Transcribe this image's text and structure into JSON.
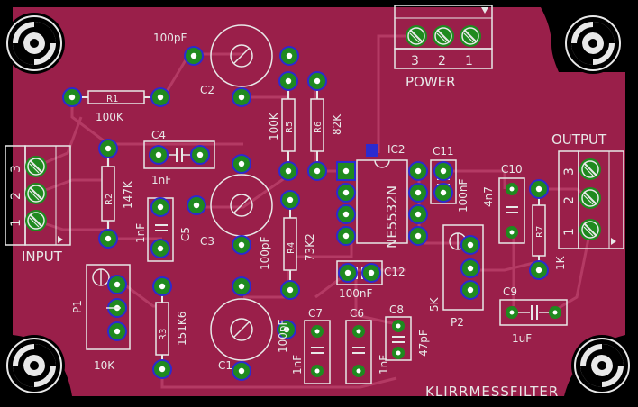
{
  "board": {
    "title": "KLIRRMESSFILTER",
    "colors": {
      "background": "#000000",
      "copper": "#9a1f4a",
      "trace": "#b43a64",
      "silk": "#e8e8e8",
      "pad": "#1f8a1f",
      "via": "#2b2bd0",
      "hole": "#ffffff"
    }
  },
  "connectors": {
    "input": {
      "title": "INPUT",
      "pins": [
        "1",
        "2",
        "3"
      ]
    },
    "output": {
      "title": "OUTPUT",
      "pins": [
        "1",
        "2",
        "3"
      ]
    },
    "power": {
      "title": "POWER",
      "pins": [
        "3",
        "2",
        "1"
      ]
    }
  },
  "components": {
    "c2": {
      "ref": "C2",
      "value": "100pF"
    },
    "c3": {
      "ref": "C3",
      "value": "100pF"
    },
    "c1": {
      "ref": "C1",
      "value": "100pF"
    },
    "r1": {
      "ref": "R1",
      "value": "100K"
    },
    "r2": {
      "ref": "R2",
      "value": "147K"
    },
    "r3": {
      "ref": "R3",
      "value": "151K6"
    },
    "r4": {
      "ref": "R4",
      "value": "73K2"
    },
    "r5": {
      "ref": "R5",
      "value": "100K"
    },
    "r6": {
      "ref": "R6",
      "value": "82K"
    },
    "r7": {
      "ref": "R7",
      "value": "1K"
    },
    "c4": {
      "ref": "C4",
      "value": "1nF"
    },
    "c5": {
      "ref": "C5",
      "value": "1nF"
    },
    "c6": {
      "ref": "C6",
      "value": "1nF"
    },
    "c7": {
      "ref": "C7",
      "value": "1nF"
    },
    "c8": {
      "ref": "C8",
      "value": "47pF"
    },
    "c9": {
      "ref": "C9",
      "value": "1uF"
    },
    "c10": {
      "ref": "C10",
      "value": "4n7"
    },
    "c11": {
      "ref": "C11",
      "value": "100nF"
    },
    "c12": {
      "ref": "C12",
      "value": "100nF"
    },
    "ic2": {
      "ref": "IC2",
      "value": "NE5532N"
    },
    "p1": {
      "ref": "P1",
      "value": "10K"
    },
    "p2": {
      "ref": "P2",
      "value": "5K"
    }
  }
}
